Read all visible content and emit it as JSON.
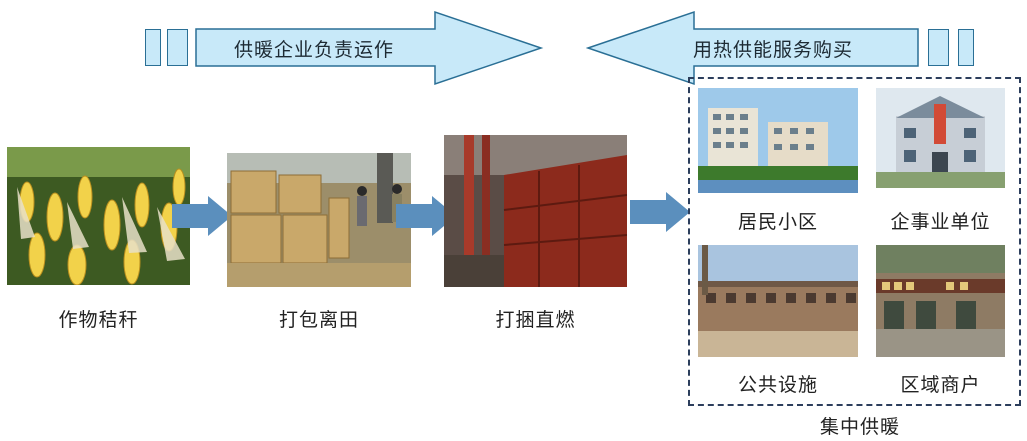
{
  "top": {
    "left_arrow_label": "供暖企业负责运作",
    "right_arrow_label": "用热供能服务购买"
  },
  "steps": [
    {
      "label": "作物秸秆",
      "image": "corn-straw-field"
    },
    {
      "label": "打包离田",
      "image": "baled-straw"
    },
    {
      "label": "打捆直燃",
      "image": "bale-boiler"
    }
  ],
  "consumers": [
    {
      "label": "居民小区",
      "image": "residential-buildings"
    },
    {
      "label": "企事业单位",
      "image": "office-building"
    },
    {
      "label": "公共设施",
      "image": "public-facility"
    },
    {
      "label": "区域商户",
      "image": "shops-street"
    }
  ],
  "group_label": "集中供暖",
  "colors": {
    "arrow_fill": "#c8e9f9",
    "arrow_stroke": "#2a6f95",
    "flow_arrow": "#5b8fbd",
    "dash_border": "#2c3e5c"
  }
}
